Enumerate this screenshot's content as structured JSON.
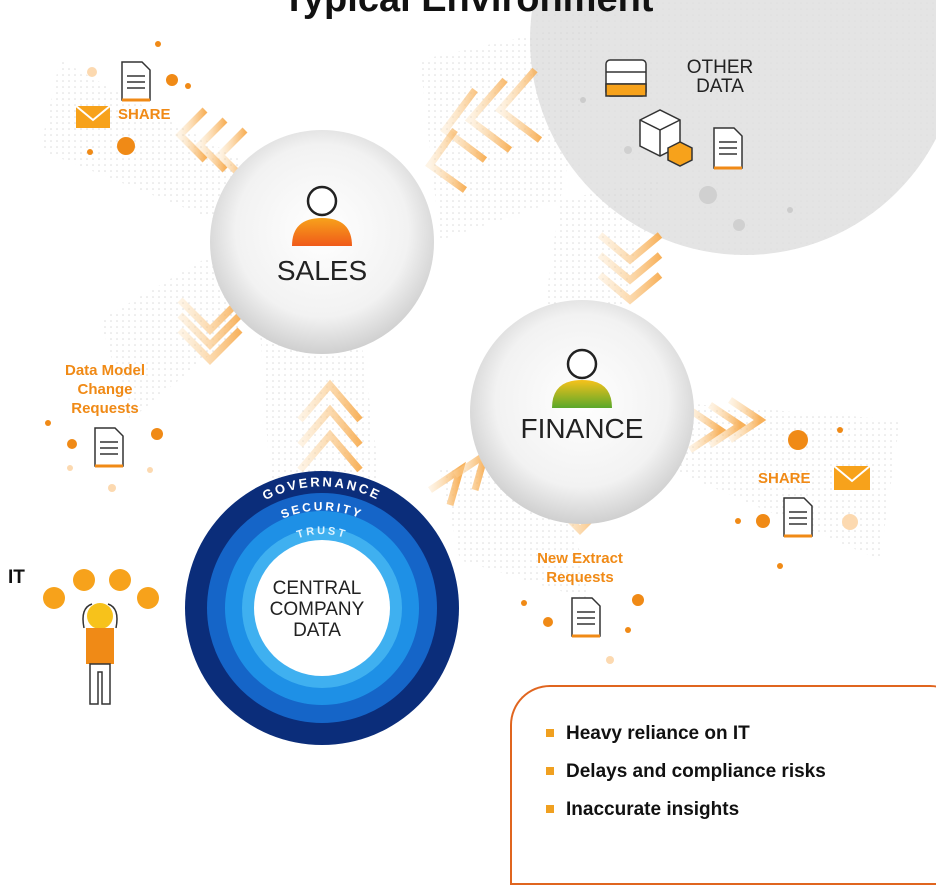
{
  "title": "Typical Environment",
  "nodes": {
    "sales": "SALES",
    "finance": "FINANCE",
    "other_data": "OTHER DATA",
    "it": "IT"
  },
  "central": {
    "ring_outer": "GOVERNANCE",
    "ring_middle": "SECURITY",
    "ring_inner": "TRUST",
    "center_line1": "CENTRAL",
    "center_line2": "COMPANY",
    "center_line3": "DATA"
  },
  "labels": {
    "share_left": "SHARE",
    "share_right": "SHARE",
    "data_model_1": "Data Model",
    "data_model_2": "Change",
    "data_model_3": "Requests",
    "new_extract_1": "New Extract",
    "new_extract_2": "Requests"
  },
  "bullets": [
    "Heavy reliance on IT",
    "Delays and compliance risks",
    "Inaccurate insights"
  ],
  "colors": {
    "accent": "#f08a16",
    "navy": "#0b2d7a",
    "blue": "#1e90e6",
    "light_blue": "#3fb0f0",
    "callout_border": "#e0651f"
  }
}
